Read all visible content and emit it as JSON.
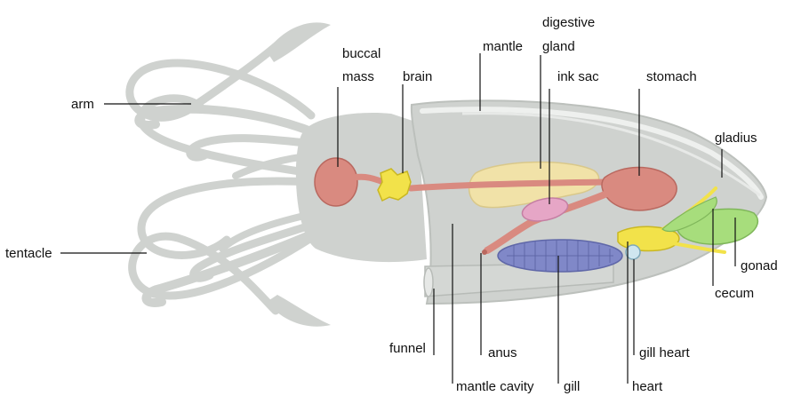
{
  "labels": {
    "arm": "arm",
    "tentacle": "tentacle",
    "buccal_mass_line1": "buccal",
    "buccal_mass_line2": "mass",
    "brain": "brain",
    "mantle": "mantle",
    "digestive_gland_line1": "digestive",
    "digestive_gland_line2": "gland",
    "ink_sac": "ink sac",
    "stomach": "stomach",
    "gladius": "gladius",
    "gonad": "gonad",
    "cecum": "cecum",
    "funnel": "funnel",
    "anus": "anus",
    "gill_heart": "gill heart",
    "mantle_cavity": "mantle cavity",
    "gill": "gill",
    "heart": "heart"
  },
  "colors": {
    "body": "#cfd2cf",
    "body_outline": "#b9bdb9",
    "digestive_tract": "#d98a80",
    "digestive_gland": "#f1e2a8",
    "ink_sac": "#e6a6c6",
    "gill": "#8088c8",
    "brain": "#f2e24a",
    "gonad": "#a7dd7c",
    "gill_heart": "#cfe6ef"
  }
}
